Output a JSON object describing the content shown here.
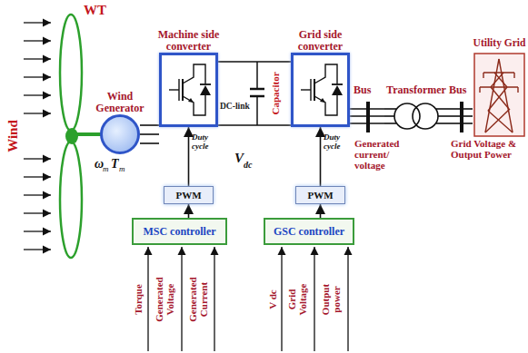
{
  "diagram": {
    "nodes": [
      {
        "text": [
          "Wind Generator"
        ]
      },
      {
        "text": [
          "Machine side converter"
        ]
      },
      {
        "text": [
          "Grid side converter"
        ]
      },
      {
        "text": [
          "Transformer"
        ]
      },
      {
        "text": [
          "Utility Grid"
        ]
      },
      {
        "text": [
          "PWM"
        ]
      },
      {
        "text": [
          "PWM"
        ]
      },
      {
        "text": [
          "MSC controller"
        ]
      },
      {
        "text": [
          "GSC controller"
        ]
      }
    ],
    "edges": [
      {
        "from": 0,
        "to": 1,
        "arrow": "none"
      },
      {
        "from": 1,
        "to": 2,
        "arrow": "none"
      },
      {
        "from": 2,
        "to": 3,
        "arrow": "none"
      },
      {
        "from": 3,
        "to": 4,
        "arrow": "none"
      },
      {
        "from": 7,
        "to": 5,
        "arrow": "to"
      },
      {
        "from": 5,
        "to": 1,
        "arrow": "to",
        "label": "Duty cycle"
      },
      {
        "from": 8,
        "to": 6,
        "arrow": "to"
      },
      {
        "from": 6,
        "to": 2,
        "arrow": "to",
        "label": "Duty cycle"
      }
    ],
    "labels": [
      "WT",
      "Wind",
      "ω",
      "m",
      "T",
      "m",
      "DC-link",
      "Capacitor",
      "V",
      "dc",
      "Bus",
      "Bus",
      "Generated current/ voltage",
      "Grid Voltage & Output Power",
      "Torque",
      "Generated Voltage",
      "Generated Current",
      "V dc",
      "Grid Voltage",
      "Output power"
    ]
  }
}
